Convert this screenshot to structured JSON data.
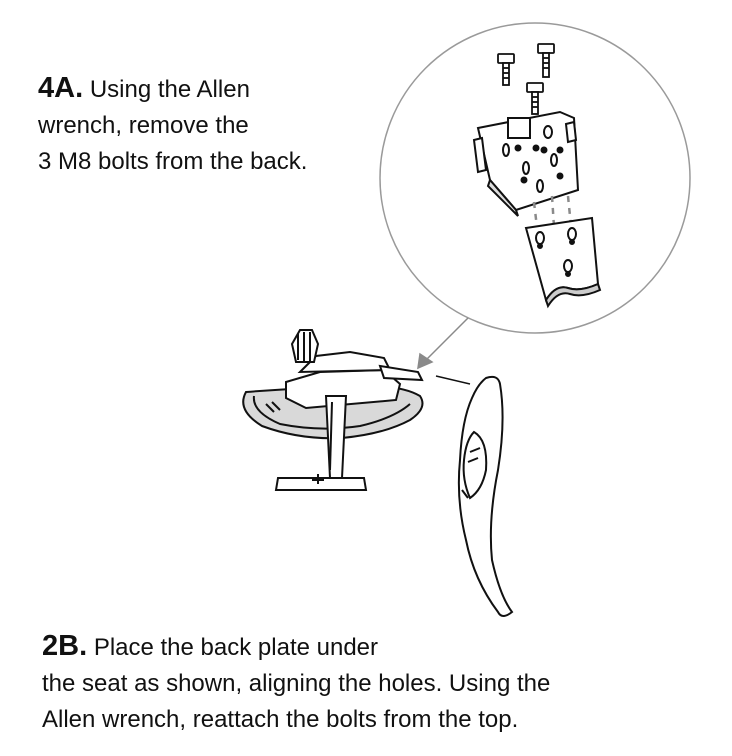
{
  "step_4a": {
    "number": "4A.",
    "line1": "Using the Allen",
    "line2": "wrench, remove the",
    "line3": "3 M8 bolts from the back."
  },
  "step_2b": {
    "number": "2B.",
    "line1": "Place the back plate under",
    "line2": "the seat as shown, aligning the holes. Using the",
    "line3": "Allen wrench, reattach the bolts from the top."
  },
  "colors": {
    "ink": "#111111",
    "callout_circle": "#9a9a9a",
    "dashed_guides": "#8a8a8a",
    "seat_gray": "#d9d9d9"
  },
  "icons": {
    "bolt": "bolt-icon",
    "arrow": "callout-arrow-icon"
  }
}
